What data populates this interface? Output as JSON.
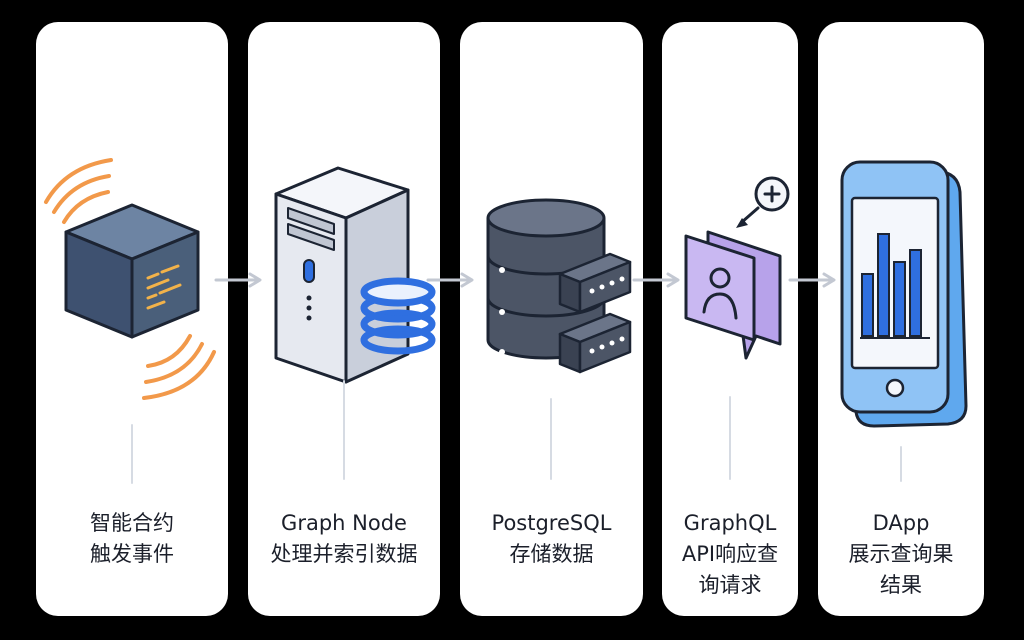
{
  "steps": [
    {
      "id": "smart-contract",
      "label_line1": "智能合约",
      "label_line2": "触发事件",
      "icon": "cube-broadcast-icon"
    },
    {
      "id": "graph-node",
      "label_line1": "Graph Node",
      "label_line2": "处理并索引数据",
      "icon": "server-tower-icon"
    },
    {
      "id": "postgresql",
      "label_line1": "PostgreSQL",
      "label_line2": "存储数据",
      "icon": "database-icon"
    },
    {
      "id": "graphql",
      "label_line1": "GraphQL",
      "label_line2": "API响应查",
      "label_line3": "询请求",
      "icon": "chat-user-icon"
    },
    {
      "id": "dapp",
      "label_line1": "DApp",
      "label_line2": "展示查询果",
      "label_line3": "结果",
      "icon": "smartphone-chart-icon"
    }
  ],
  "colors": {
    "background": "#000000",
    "card": "#ffffff",
    "outline": "#1c2433",
    "signal_orange": "#f2994a",
    "accent_blue": "#2f6fe0",
    "cube_face": "#4a5f7a",
    "server_body": "#e6e9f0",
    "db_body": "#4c5566",
    "chat_purple": "#c9b8f2",
    "phone_blue": "#8fc3f5",
    "arrow_gray": "#c3c8d2",
    "stem_gray": "#d6dbe3"
  }
}
